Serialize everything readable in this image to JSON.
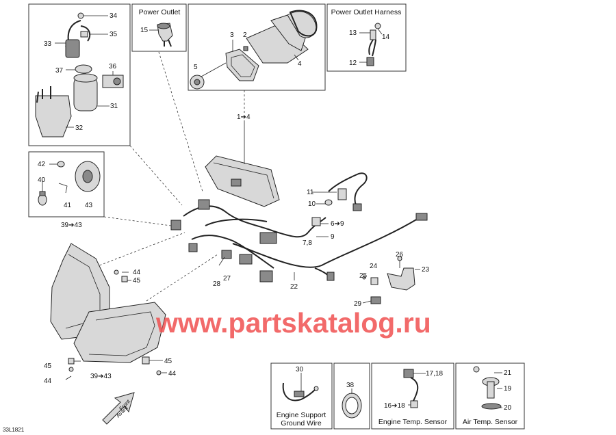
{
  "watermark": "www.partskatalog.ru",
  "drawing_ref": "33L1821",
  "front_arrow": {
    "line1": "Front",
    "line2": "Avant"
  },
  "insets": {
    "power_outlet": "Power Outlet",
    "power_outlet_harness": "Power Outlet Harness",
    "engine_support_ground_wire": {
      "line1": "Engine Support",
      "line2": "Ground Wire"
    },
    "engine_temp_sensor": "Engine Temp. Sensor",
    "air_temp_sensor": "Air Temp. Sensor"
  },
  "callouts": {
    "c34": "34",
    "c35": "35",
    "c33": "33",
    "c37": "37",
    "c36": "36",
    "c31": "31",
    "c32": "32",
    "c15": "15",
    "c3": "3",
    "c2": "2",
    "c5": "5",
    "c4": "4",
    "c13": "13",
    "c14": "14",
    "c12": "12",
    "c1_4": "1➔4",
    "c42": "42",
    "c40": "40",
    "c41": "41",
    "c43": "43",
    "c39_43_top": "39➔43",
    "c11": "11",
    "c10": "10",
    "c6_9": "6➔9",
    "c7_8": "7,8",
    "c9": "9",
    "c44_top": "44",
    "c45_top": "45",
    "c28": "28",
    "c27": "27",
    "c22": "22",
    "c26": "26",
    "c24": "24",
    "c25": "25",
    "c23": "23",
    "c29": "29",
    "c45_left": "45",
    "c44_left": "44",
    "c39_43_bottom": "39➔43",
    "c45_right": "45",
    "c44_right": "44",
    "c30": "30",
    "c38": "38",
    "c17_18": "17,18",
    "c16_18": "16➔18",
    "c21": "21",
    "c19": "19",
    "c20": "20"
  }
}
